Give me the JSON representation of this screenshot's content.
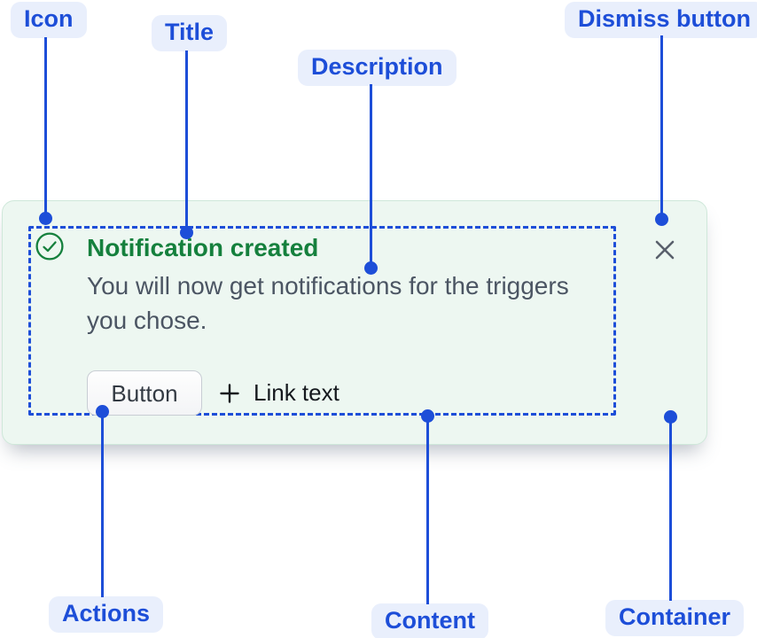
{
  "annotation_labels": {
    "icon": "Icon",
    "title": "Title",
    "description": "Description",
    "dismiss": "Dismiss button",
    "actions": "Actions",
    "content": "Content",
    "container": "Container"
  },
  "toast": {
    "status_icon_name": "success-check-icon",
    "title": "Notification created",
    "description_line1": "You will now get notifications for the triggers",
    "description_line2": "you chose.",
    "button_label": "Button",
    "link_icon_name": "plus-icon",
    "link_label": "Link text",
    "dismiss_icon_name": "close-icon"
  },
  "colors": {
    "annotation_blue": "#1d4ed8",
    "annotation_label_bg": "#e9effc",
    "success_green": "#15803d",
    "toast_bg": "#edf7f1",
    "toast_border": "#cfe8da",
    "description_text": "#4b5563",
    "content_outline": "#1d4ed8",
    "close_icon_gray": "#59606c"
  }
}
